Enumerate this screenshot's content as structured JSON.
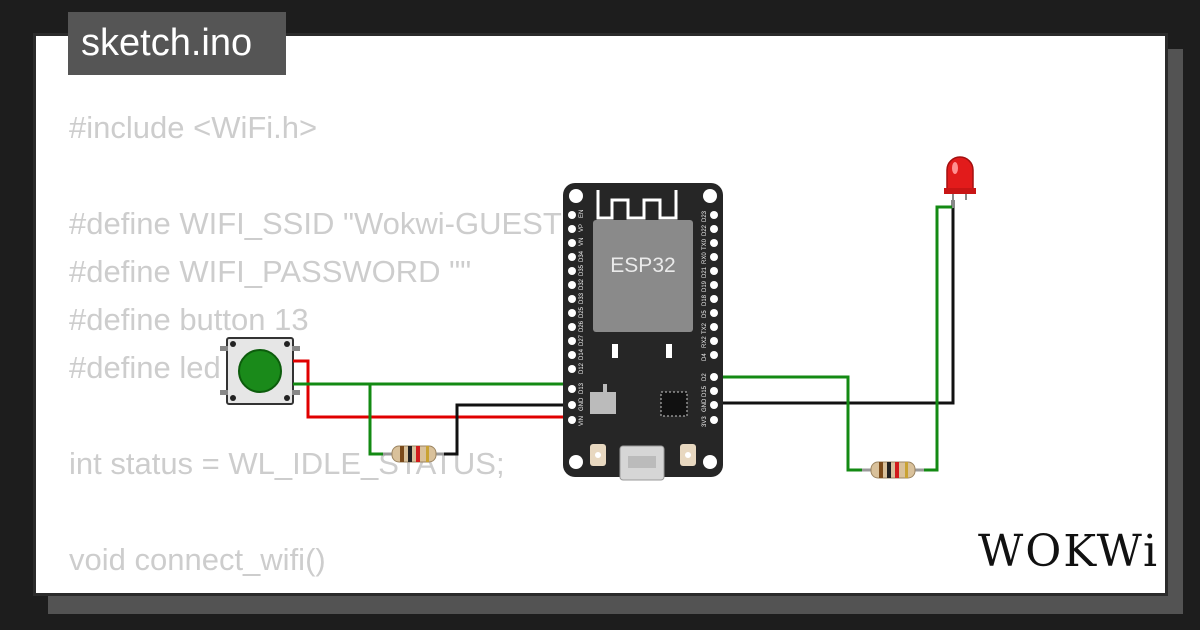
{
  "file_tab": {
    "label": "sketch.ino"
  },
  "code_lines": [
    "#include <WiFi.h>",
    "",
    "#define WIFI_SSID \"Wokwi-GUEST\"",
    "#define WIFI_PASSWORD \"\"",
    "#define button 13",
    "#define led 2",
    "",
    "int status = WL_IDLE_STATUS;",
    "",
    "void connect_wifi()",
    "{"
  ],
  "board": {
    "chip_label": "ESP32",
    "left_pins": [
      "EN",
      "VP",
      "VN",
      "D34",
      "D35",
      "D32",
      "D33",
      "D25",
      "D26",
      "D27",
      "D14",
      "D12",
      "D13",
      "GND",
      "VIN"
    ],
    "right_pins": [
      "D23",
      "D22",
      "TX0",
      "RX0",
      "D21",
      "D19",
      "D18",
      "D5",
      "TX2",
      "RX2",
      "D4",
      "D2",
      "D15",
      "GND",
      "3V3"
    ]
  },
  "colors": {
    "wire_green": "#138a13",
    "wire_red": "#e00000",
    "wire_black": "#111111",
    "led_red": "#e21b1b",
    "button_green": "#1a8a1a"
  },
  "brand": {
    "logo_text": "WOKWi"
  }
}
